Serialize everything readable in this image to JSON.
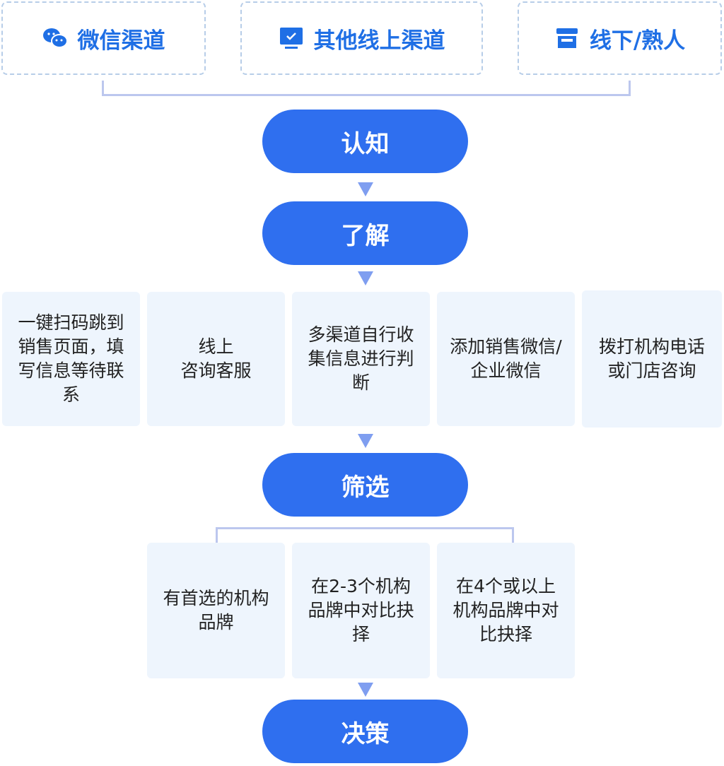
{
  "sources": [
    {
      "label": "微信渠道",
      "icon": "wechat-icon"
    },
    {
      "label": "其他线上渠道",
      "icon": "monitor-check-icon"
    },
    {
      "label": "线下/熟人",
      "icon": "store-icon"
    }
  ],
  "stages": {
    "awareness": "认知",
    "understanding": "了解",
    "screening": "筛选",
    "decision": "决策"
  },
  "understand_methods": [
    "一键扫码跳到销售页面，填写信息等待联系",
    "线上\n咨询客服",
    "多渠道自行收集信息进行判断",
    "添加销售微信/企业微信",
    "拨打机构电话或门店咨询"
  ],
  "screen_options": [
    "有首选的机构品牌",
    "在2-3个机构品牌中对比抉择",
    "在4个或以上机构品牌中对比抉择"
  ],
  "colors": {
    "primary": "#2f6fef",
    "card": "#eef5fd",
    "connector": "#bcc7ee"
  }
}
